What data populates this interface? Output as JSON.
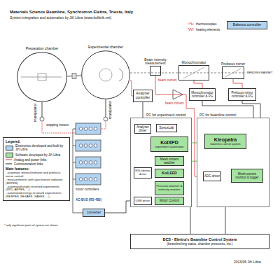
{
  "diagram": {
    "title": "Materials Science Beamline, Synchrotron Elettra, Trieste, Italy",
    "nodes": [
      {
        "text": [
          "Preparation chamber"
        ]
      },
      {
        "text": [
          "Experimental chamber"
        ]
      },
      {
        "text": [
          "Beam intensity measurement"
        ]
      },
      {
        "text": [
          "Monochromator"
        ]
      },
      {
        "text": [
          "Prefocus mirror"
        ]
      },
      {
        "text": [
          "Bakeout controller"
        ]
      },
      {
        "text": [
          "Analyzer controller"
        ]
      },
      {
        "text": [
          "Monochromator controller & PG"
        ]
      },
      {
        "text": [
          "Prefocus mirror controller & PG"
        ]
      },
      {
        "text": [
          "PC for experiment control"
        ]
      },
      {
        "text": [
          "Analyzer driver"
        ],
        "in": 9
      },
      {
        "text": [
          "SpecsLab"
        ],
        "in": 9
      },
      {
        "text": [
          "KolXPD",
          "experiment automation"
        ],
        "in": 9
      },
      {
        "text": [
          "Mesh current watcher"
        ],
        "in": 9
      },
      {
        "text": [
          "KolLEED"
        ],
        "in": 9
      },
      {
        "text": [
          "Pressure alarmer & intensity monitor"
        ],
        "in": 9
      },
      {
        "text": [
          "Motor Control"
        ],
        "in": 9
      },
      {
        "text": [
          "NI/Labview driver"
        ],
        "in": 9
      },
      {
        "text": [
          "USB driver"
        ],
        "in": 9
      },
      {
        "text": [
          "PC for beamline control"
        ]
      },
      {
        "text": [
          "Kleopatra",
          "beamline control system"
        ],
        "in": 19
      },
      {
        "text": [
          "ADC driver"
        ],
        "in": 19
      },
      {
        "text": [
          "Mesh current monitor & logger"
        ],
        "in": 19
      },
      {
        "text": [
          "BCS - Elettra's Beamline Control System",
          "(beamline/ring status, chamber pressures, etc.)"
        ]
      },
      {
        "text": [
          "converter"
        ]
      }
    ],
    "edges": [
      {
        "from": 1,
        "to": 6,
        "arrow": "none"
      },
      {
        "from": 6,
        "to": 10,
        "arrow": "none"
      },
      {
        "from": 10,
        "to": 11,
        "arrow": "none"
      },
      {
        "from": 11,
        "to": 12,
        "arrow": "none"
      },
      {
        "from": 2,
        "to": 21,
        "arrow": "none",
        "label": "beam current"
      },
      {
        "from": 3,
        "to": 7,
        "arrow": "none"
      },
      {
        "from": 4,
        "to": 8,
        "arrow": "none"
      },
      {
        "from": 7,
        "to": 20,
        "arrow": "none"
      },
      {
        "from": 8,
        "to": 20,
        "arrow": "none"
      },
      {
        "from": 20,
        "to": 12,
        "arrow": "none"
      },
      {
        "from": 21,
        "to": 22,
        "arrow": "none"
      },
      {
        "from": 22,
        "to": 20,
        "arrow": "none"
      },
      {
        "from": 13,
        "to": 20,
        "arrow": "none"
      },
      {
        "from": 12,
        "to": 13,
        "arrow": "none"
      },
      {
        "from": 12,
        "to": 14,
        "arrow": "none"
      },
      {
        "from": 12,
        "to": 15,
        "arrow": "none"
      },
      {
        "from": 12,
        "to": 16,
        "arrow": "none"
      },
      {
        "from": 17,
        "to": 14,
        "arrow": "none"
      },
      {
        "from": 16,
        "to": 18,
        "arrow": "none"
      },
      {
        "from": 18,
        "to": 24,
        "arrow": "none"
      },
      {
        "from": 23,
        "to": 20,
        "arrow": "none"
      },
      {
        "from": 23,
        "to": 15,
        "arrow": "none"
      }
    ],
    "labels": [
      "System integration and automation by Jiří Libra (www.kolibrik.net)",
      "thermocouples",
      "heating elements",
      "BENDING MAGNET",
      "manipulator",
      "manipulator",
      "stepping motors",
      "motor controllers",
      "AC-BUS (RS-485)",
      "beam current",
      "Legend:",
      "Main features:",
      "- automatic monochromator and prefocus mirror control",
      "- measurements with synchrotron radiation (SRPES)",
      "- automated angle-resolved experiments (XPD, ARPES, ...)",
      "- automated energy-resolved experiments (RESPES, NEXAFS, XANES, ...)",
      "* only significant parts of system are shown",
      "2013/06 Jiří Libra"
    ],
    "legend": [
      {
        "text": "Electronics developed and built by Jiří Libra",
        "color": "#b3d4f0"
      },
      {
        "text": "Software developed by Jiří Libra",
        "color": "#a6e3a1"
      },
      {
        "text": "Analog and power links"
      },
      {
        "text": "Communication links"
      }
    ]
  }
}
